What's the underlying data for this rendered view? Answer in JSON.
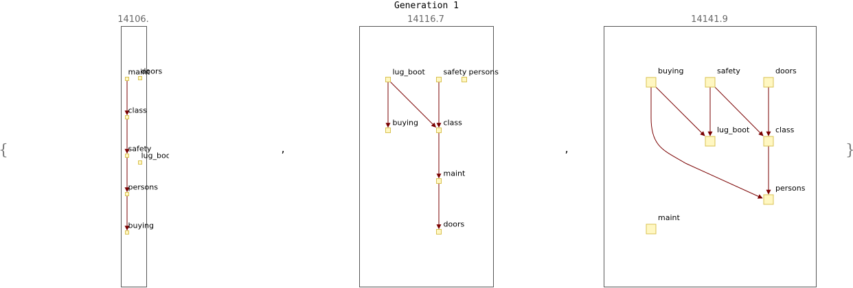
{
  "title": "Generation 1",
  "colors": {
    "edge": "#7a0000",
    "node_fill": "#fff7c2",
    "node_stroke": "#d8c050",
    "frame": "#555555"
  },
  "open_brace": "{",
  "close_brace": "}",
  "separator": ",",
  "graphs": [
    {
      "score": "14106.",
      "nodes": [
        "maint",
        "doors",
        "class",
        "safety",
        "lug_boot",
        "persons",
        "buying"
      ],
      "edges": [
        [
          "maint",
          "class"
        ],
        [
          "class",
          "safety"
        ],
        [
          "safety",
          "persons"
        ],
        [
          "persons",
          "buying"
        ]
      ]
    },
    {
      "score": "14116.7",
      "nodes": [
        "lug_boot",
        "safety",
        "persons",
        "buying",
        "class",
        "maint",
        "doors"
      ],
      "edges": [
        [
          "lug_boot",
          "buying"
        ],
        [
          "lug_boot",
          "class"
        ],
        [
          "safety",
          "class"
        ],
        [
          "class",
          "maint"
        ],
        [
          "maint",
          "doors"
        ]
      ]
    },
    {
      "score": "14141.9",
      "nodes": [
        "buying",
        "safety",
        "doors",
        "lug_boot",
        "class",
        "persons",
        "maint"
      ],
      "edges": [
        [
          "buying",
          "lug_boot"
        ],
        [
          "buying",
          "persons"
        ],
        [
          "safety",
          "lug_boot"
        ],
        [
          "safety",
          "class"
        ],
        [
          "doors",
          "class"
        ],
        [
          "class",
          "persons"
        ]
      ]
    }
  ]
}
